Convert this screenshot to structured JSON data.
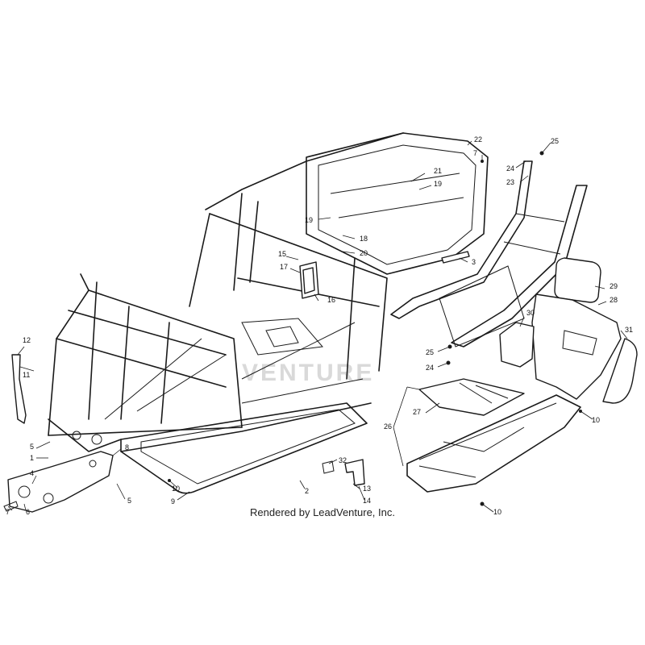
{
  "diagram": {
    "credit": "Rendered by LeadVenture, Inc.",
    "watermark": "VENTURE",
    "callouts": [
      {
        "id": "c22a",
        "label": "22"
      },
      {
        "id": "c7a",
        "label": "7"
      },
      {
        "id": "c25a",
        "label": "25"
      },
      {
        "id": "c24a",
        "label": "24"
      },
      {
        "id": "c23",
        "label": "23"
      },
      {
        "id": "c21",
        "label": "21"
      },
      {
        "id": "c19a",
        "label": "19"
      },
      {
        "id": "c19b",
        "label": "19"
      },
      {
        "id": "c18",
        "label": "18"
      },
      {
        "id": "c20",
        "label": "20"
      },
      {
        "id": "c15",
        "label": "15"
      },
      {
        "id": "c17",
        "label": "17"
      },
      {
        "id": "c16",
        "label": "16"
      },
      {
        "id": "c3",
        "label": "3"
      },
      {
        "id": "c29",
        "label": "29"
      },
      {
        "id": "c28",
        "label": "28"
      },
      {
        "id": "c30",
        "label": "30"
      },
      {
        "id": "c31",
        "label": "31"
      },
      {
        "id": "c25b",
        "label": "25"
      },
      {
        "id": "c24b",
        "label": "24"
      },
      {
        "id": "c12",
        "label": "12"
      },
      {
        "id": "c11",
        "label": "11"
      },
      {
        "id": "c10a",
        "label": "10"
      },
      {
        "id": "c27",
        "label": "27"
      },
      {
        "id": "c26",
        "label": "26"
      },
      {
        "id": "c5a",
        "label": "5"
      },
      {
        "id": "c1",
        "label": "1"
      },
      {
        "id": "c8",
        "label": "8"
      },
      {
        "id": "c4",
        "label": "4"
      },
      {
        "id": "c5b",
        "label": "5"
      },
      {
        "id": "c7b",
        "label": "7"
      },
      {
        "id": "c6",
        "label": "6"
      },
      {
        "id": "c10b",
        "label": "10"
      },
      {
        "id": "c9",
        "label": "9"
      },
      {
        "id": "c2",
        "label": "2"
      },
      {
        "id": "c32",
        "label": "32"
      },
      {
        "id": "c13",
        "label": "13"
      },
      {
        "id": "c14",
        "label": "14"
      },
      {
        "id": "c10c",
        "label": "10"
      }
    ]
  }
}
